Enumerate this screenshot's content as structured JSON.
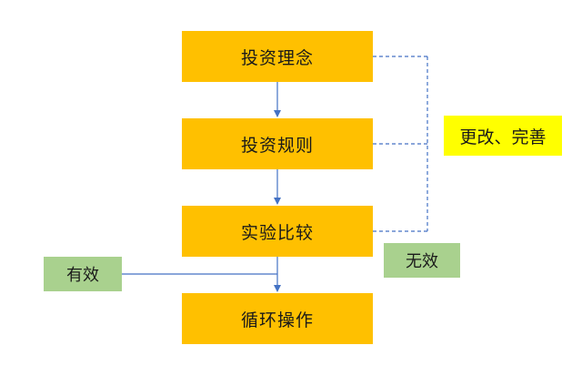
{
  "steps": [
    {
      "label": "投资理念"
    },
    {
      "label": "投资规则"
    },
    {
      "label": "实验比较"
    },
    {
      "label": "循环操作"
    }
  ],
  "feedback_label": "更改、完善",
  "valid_label": "有效",
  "invalid_label": "无效",
  "colors": {
    "step_fill": "#FFC000",
    "feedback_fill": "#FFFF00",
    "outcome_fill": "#A9D18E",
    "connector": "#4472C4"
  }
}
